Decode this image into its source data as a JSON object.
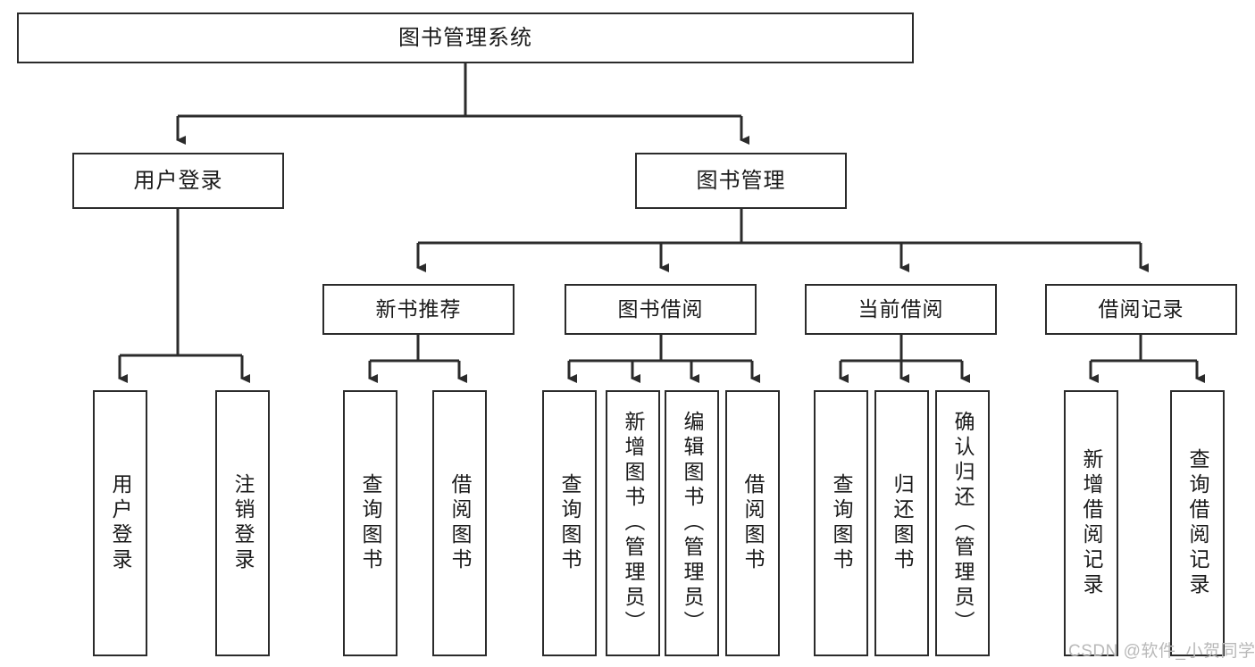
{
  "diagram": {
    "title": "图书管理系统",
    "type": "tree-hierarchy-chart",
    "root": {
      "label": "图书管理系统"
    },
    "level2": [
      {
        "label": "用户登录"
      },
      {
        "label": "图书管理"
      }
    ],
    "level3": [
      {
        "label": "新书推荐"
      },
      {
        "label": "图书借阅"
      },
      {
        "label": "当前借阅"
      },
      {
        "label": "借阅记录"
      }
    ],
    "leaves": {
      "user_login": [
        {
          "label": "用户登录"
        },
        {
          "label": "注销登录"
        }
      ],
      "new_book_recommend": [
        {
          "label": "查询图书"
        },
        {
          "label": "借阅图书"
        }
      ],
      "book_borrow": [
        {
          "label": "查询图书"
        },
        {
          "label": "新增图书（管理员）"
        },
        {
          "label": "编辑图书（管理员）"
        },
        {
          "label": "借阅图书"
        }
      ],
      "current_borrow": [
        {
          "label": "查询图书"
        },
        {
          "label": "归还图书"
        },
        {
          "label": "确认归还（管理员）"
        }
      ],
      "borrow_record": [
        {
          "label": "新增借阅记录"
        },
        {
          "label": "查询借阅记录"
        }
      ]
    }
  },
  "watermark": {
    "text": "CSDN @软件_小贺同学"
  },
  "colors": {
    "stroke": "#2b2b2b",
    "background": "#ffffff",
    "text": "#1a1a1a",
    "watermark": "#b9b9b9"
  }
}
